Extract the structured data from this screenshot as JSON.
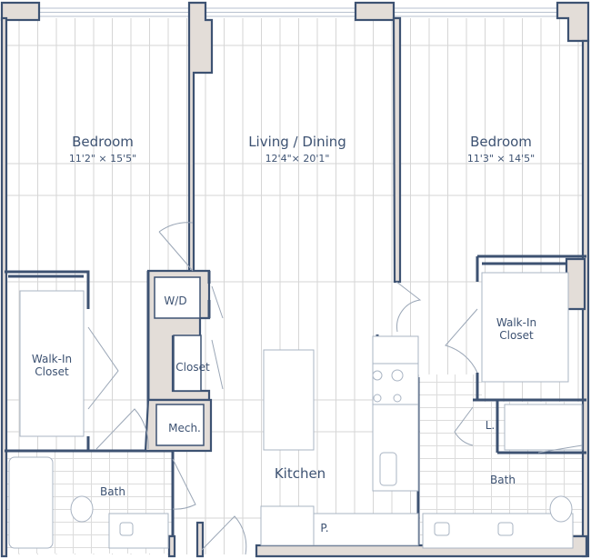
{
  "colors": {
    "wall_outline": "#3d5272",
    "wall_fill": "#e3ddd8",
    "text": "#3d5272",
    "floor_lines": "#d6d6d6"
  },
  "rooms": {
    "bedroom_left": {
      "name": "Bedroom",
      "dims": "11'2\" × 15'5\""
    },
    "living_dining": {
      "name": "Living / Dining",
      "dims": "12'4\"× 20'1\""
    },
    "bedroom_right": {
      "name": "Bedroom",
      "dims": "11'3\" × 14'5\""
    },
    "walkin_left": {
      "line1": "Walk-In",
      "line2": "Closet"
    },
    "walkin_right": {
      "line1": "Walk-In",
      "line2": "Closet"
    },
    "wd": "W/D",
    "closet": "Closet",
    "mech": "Mech.",
    "kitchen": "Kitchen",
    "pantry": "P.",
    "linen": "L.",
    "bath_left": "Bath",
    "bath_right": "Bath"
  }
}
